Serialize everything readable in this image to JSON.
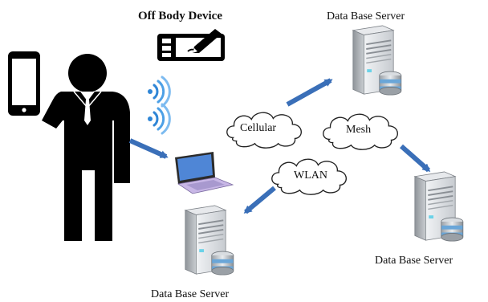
{
  "labels": {
    "off_body_device": "Off Body Device",
    "server_top": "Data Base Server",
    "server_right": "Data Base Server",
    "server_bottom": "Data Base Server"
  },
  "links": {
    "cellular": "Cellular",
    "mesh": "Mesh",
    "wlan": "WLAN"
  },
  "colors": {
    "arrow": "#3a6fb8",
    "figure": "#000000",
    "server_body": "#b8bcc0",
    "server_face": "#e6e8ea",
    "db_band": "#6aa6d8",
    "laptop_screen": "#4f86d6",
    "laptop_body": "#c8b7e6",
    "wifi": "#2f86d6"
  },
  "icons": [
    "person-icon",
    "smartphone-icon",
    "wifi-signal-icon",
    "tablet-stylus-icon",
    "laptop-icon",
    "server-icon",
    "database-icon",
    "cloud-icon",
    "arrow-icon"
  ]
}
